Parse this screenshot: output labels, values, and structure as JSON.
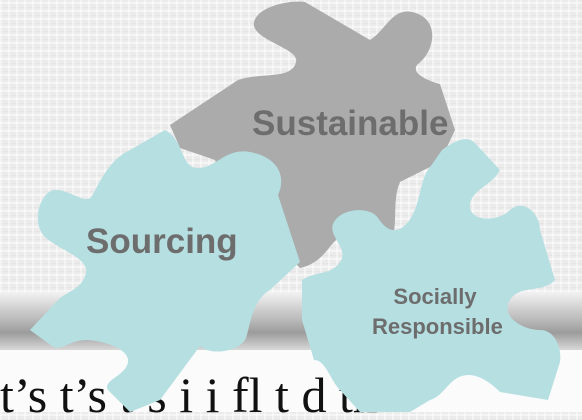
{
  "pieces": {
    "top": {
      "label": "Sustainable",
      "color": "#ababab"
    },
    "left": {
      "label": "Sourcing",
      "color": "#b6dfe2"
    },
    "right": {
      "line1": "Socially",
      "line2": "Responsible",
      "color": "#b6dfe2"
    }
  },
  "label_color": "#6d6d6d",
  "footer": {
    "text": "t’s t’s     t’s i i fl    t     d  th"
  }
}
